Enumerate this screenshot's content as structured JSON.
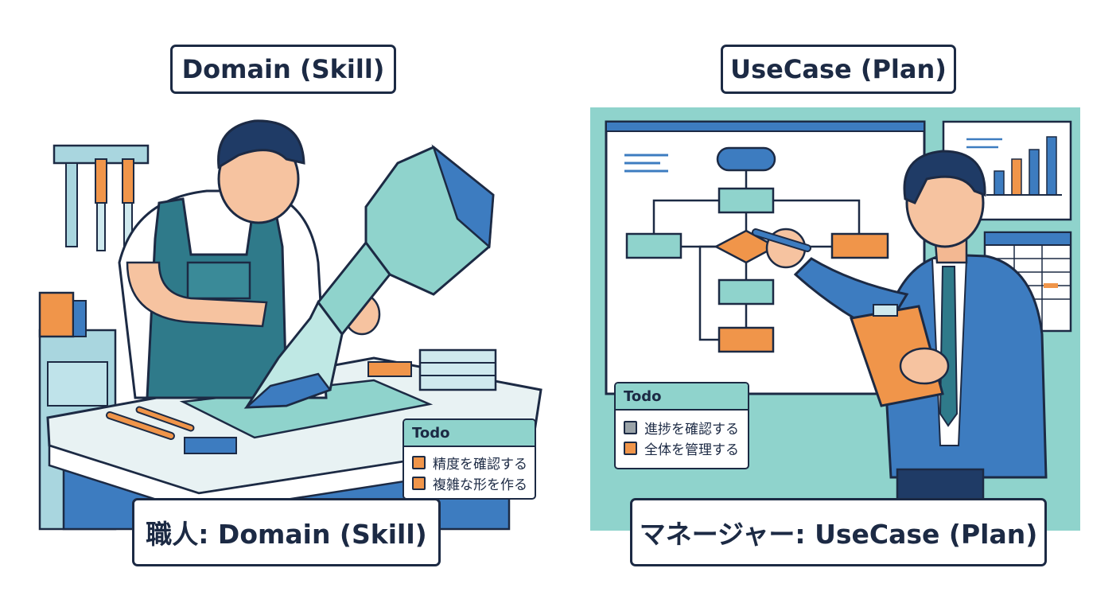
{
  "left_panel": {
    "title": "Domain (Skill)",
    "caption": "職人: Domain (Skill)",
    "todo": {
      "header": "Todo",
      "items": [
        {
          "label": "精度を確認する",
          "color": "#f0954a"
        },
        {
          "label": "複雑な形を作る",
          "color": "#f0954a"
        }
      ]
    }
  },
  "right_panel": {
    "title": "UseCase (Plan)",
    "caption": "マネージャー: UseCase (Plan)",
    "todo": {
      "header": "Todo",
      "items": [
        {
          "label": "進捗を確認する",
          "color": "#9aa3a8"
        },
        {
          "label": "全体を管理する",
          "color": "#f0954a"
        }
      ]
    }
  },
  "colors": {
    "outline": "#1c2a44",
    "teal": "#8fd3cc",
    "blue": "#3d7cc0",
    "orange": "#f0954a"
  }
}
